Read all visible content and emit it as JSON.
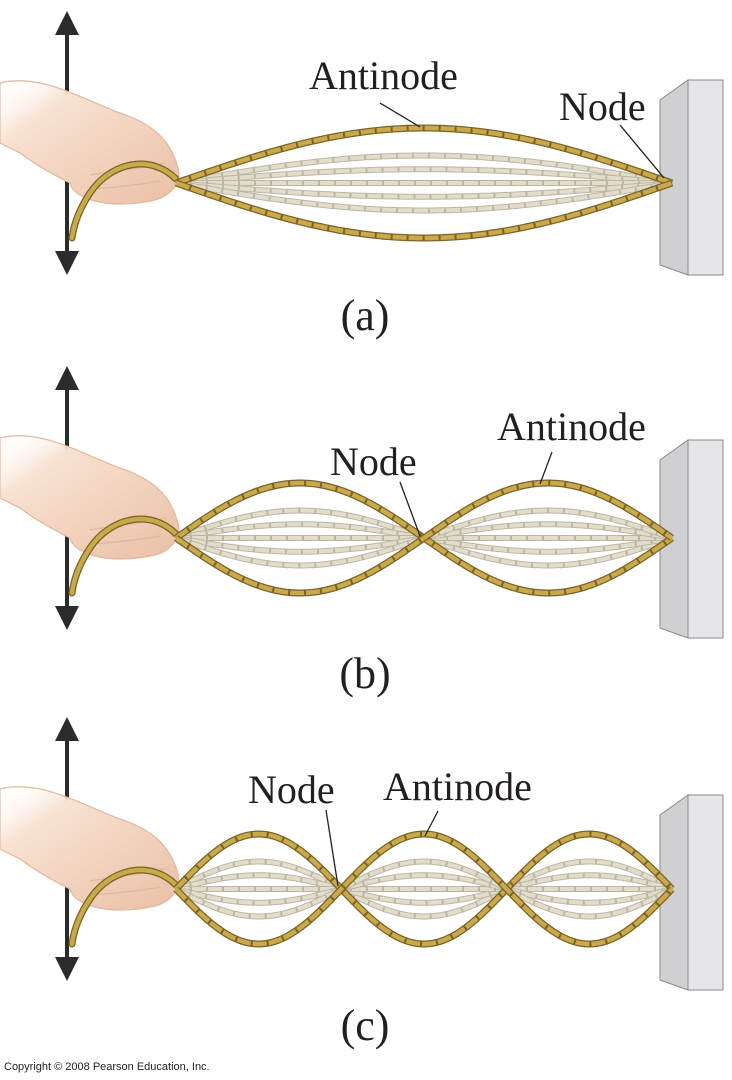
{
  "panels": [
    {
      "id": "a",
      "caption": "(a)",
      "loops": 1,
      "labels": {
        "antinode": "Antinode",
        "node": "Node"
      }
    },
    {
      "id": "b",
      "caption": "(b)",
      "loops": 2,
      "labels": {
        "antinode": "Antinode",
        "node": "Node"
      }
    },
    {
      "id": "c",
      "caption": "(c)",
      "loops": 3,
      "labels": {
        "antinode": "Antinode",
        "node": "Node"
      }
    }
  ],
  "copyright": "Copyright © 2008 Pearson Education, Inc.",
  "colors": {
    "rope": "#c9a94a",
    "rope_edge": "#7a6328",
    "rope_faint": "#e2dccb",
    "rope_faint_edge": "#bdb6a3",
    "wall_front": "#d0d0d2",
    "wall_side": "#e6e6e8",
    "wall_edge": "#8a8a8c",
    "arrow": "#2b2b2b",
    "hand": "#f3d6c1",
    "hand_shadow": "#e2b79d"
  }
}
